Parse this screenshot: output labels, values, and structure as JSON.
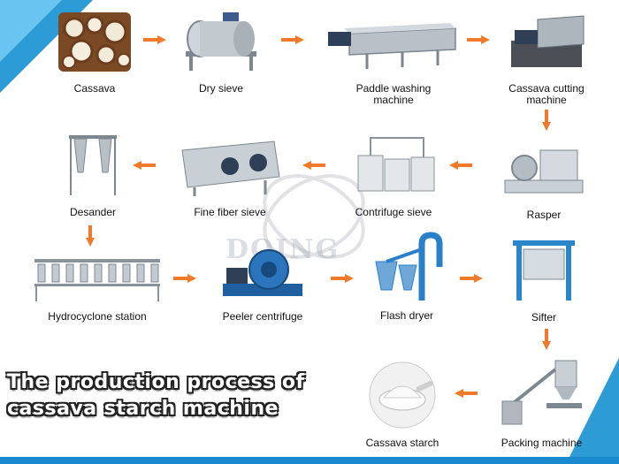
{
  "title": {
    "line1": "The production process of",
    "line2": "cassava starch machine"
  },
  "watermark": "DOING",
  "steps": [
    {
      "label": "Cassava",
      "icon": "cassava-roots-icon"
    },
    {
      "label": "Dry sieve",
      "icon": "drum-sieve-icon"
    },
    {
      "label": "Paddle washing machine",
      "icon": "washing-trough-icon"
    },
    {
      "label": "Cassava cutting machine",
      "icon": "cutter-machine-icon"
    },
    {
      "label": "Rasper",
      "icon": "rasper-machine-icon"
    },
    {
      "label": "Contrifuge sieve",
      "icon": "centrifuge-sieve-icon"
    },
    {
      "label": "Fine fiber sieve",
      "icon": "fiber-sieve-icon"
    },
    {
      "label": "Desander",
      "icon": "cyclone-desander-icon"
    },
    {
      "label": "Hydrocyclone station",
      "icon": "hydrocyclone-rack-icon"
    },
    {
      "label": "Peeler centrifuge",
      "icon": "peeler-centrifuge-icon"
    },
    {
      "label": "Flash dryer",
      "icon": "flash-dryer-icon"
    },
    {
      "label": "Sifter",
      "icon": "sifter-frame-icon"
    },
    {
      "label": "Packing machine",
      "icon": "packing-machine-icon"
    },
    {
      "label": "Cassava starch",
      "icon": "starch-bowl-icon"
    }
  ],
  "colors": {
    "accent": "#2c9bd6",
    "arrow": "#f07a2a",
    "machine": "#9aa4ad"
  }
}
